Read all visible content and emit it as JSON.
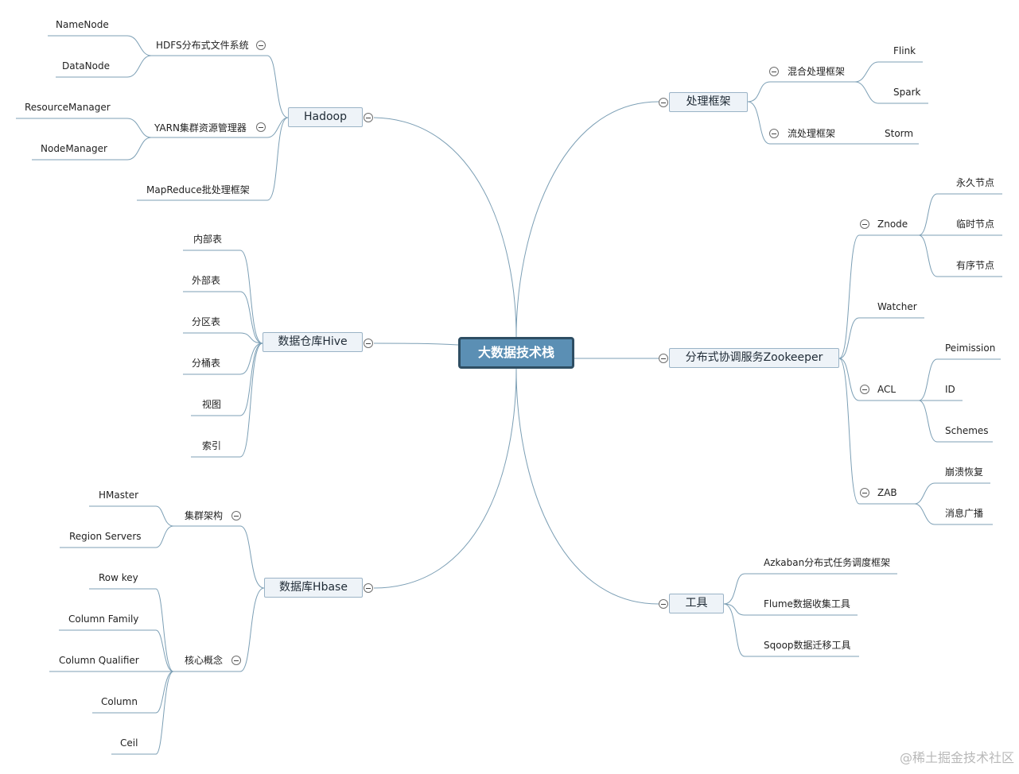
{
  "root": {
    "title": "大数据技术栈"
  },
  "hadoop": {
    "title": "Hadoop",
    "hdfs": {
      "label": "HDFS分布式文件系统",
      "items": [
        "NameNode",
        "DataNode"
      ]
    },
    "yarn": {
      "label": "YARN集群资源管理器",
      "items": [
        "ResourceManager",
        "NodeManager"
      ]
    },
    "mapreduce": "MapReduce批处理框架"
  },
  "hive": {
    "title": "数据仓库Hive",
    "items": [
      "内部表",
      "外部表",
      "分区表",
      "分桶表",
      "视图",
      "索引"
    ]
  },
  "hbase": {
    "title": "数据库Hbase",
    "cluster": {
      "label": "集群架构",
      "items": [
        "HMaster",
        "Region Servers"
      ]
    },
    "concepts": {
      "label": "核心概念",
      "items": [
        "Row key",
        "Column Family",
        "Column Qualifier",
        "Column",
        "Ceil"
      ]
    }
  },
  "processing": {
    "title": "处理框架",
    "hybrid": {
      "label": "混合处理框架",
      "items": [
        "Flink",
        "Spark"
      ]
    },
    "stream": {
      "label": "流处理框架",
      "items": [
        "Storm"
      ]
    }
  },
  "zookeeper": {
    "title": "分布式协调服务Zookeeper",
    "znode": {
      "label": "Znode",
      "items": [
        "永久节点",
        "临时节点",
        "有序节点"
      ]
    },
    "watcher": "Watcher",
    "acl": {
      "label": "ACL",
      "items": [
        "Peimission",
        "ID",
        "Schemes"
      ]
    },
    "zab": {
      "label": "ZAB",
      "items": [
        "崩溃恢复",
        "消息广播"
      ]
    }
  },
  "tools": {
    "title": "工具",
    "items": [
      "Azkaban分布式任务调度框架",
      "Flume数据收集工具",
      "Sqoop数据迁移工具"
    ]
  },
  "watermark": "@稀土掘金技术社区",
  "colors": {
    "connector": "#7c9fb5",
    "root_fill": "#5b8fb4",
    "root_border": "#2e4e63",
    "branch_fill": "#eef3f8",
    "branch_border": "#9ab3c6"
  }
}
